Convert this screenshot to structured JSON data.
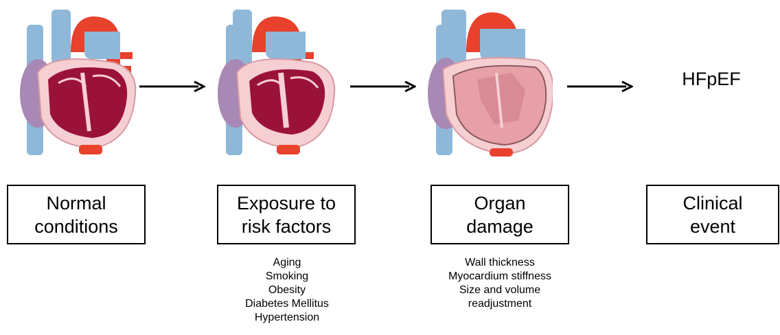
{
  "stages": [
    {
      "label": "Normal\nconditions"
    },
    {
      "label": "Exposure to\nrisk factors"
    },
    {
      "label": "Organ\ndamage"
    },
    {
      "label": "Clinical\nevent"
    }
  ],
  "outcome_label": "HFpEF",
  "risk_factors": [
    "Aging",
    "Smoking",
    "Obesity",
    "Diabetes Mellitus",
    "Hypertension"
  ],
  "damage_items": [
    "Wall thickness",
    "Myocardium stiffness",
    "Size and volume",
    "readjustment"
  ],
  "colors": {
    "aorta": "#e8412c",
    "vena_cava": "#8fb8d8",
    "atrium": "#a888b4",
    "myocardium_normal": "#9b1239",
    "myocardium_damaged": "#e8a0a8",
    "outer_wall": "#f6cfd2"
  }
}
